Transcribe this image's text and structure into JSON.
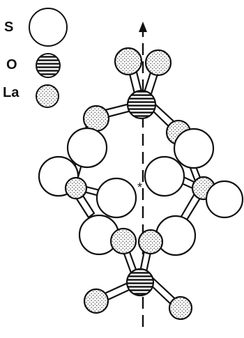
{
  "legend": {
    "items": [
      {
        "label": "S",
        "atom": "sulfur",
        "icon": "open-circle-icon"
      },
      {
        "label": "O",
        "atom": "oxygen",
        "icon": "hatched-circle-icon"
      },
      {
        "label": "La",
        "atom": "lanthanum",
        "icon": "dotted-circle-icon"
      }
    ]
  },
  "axis": {
    "marker": "*",
    "arrow": "arrow-up-icon"
  },
  "colors": {
    "stroke": "#111111",
    "fill": "#ffffff"
  }
}
